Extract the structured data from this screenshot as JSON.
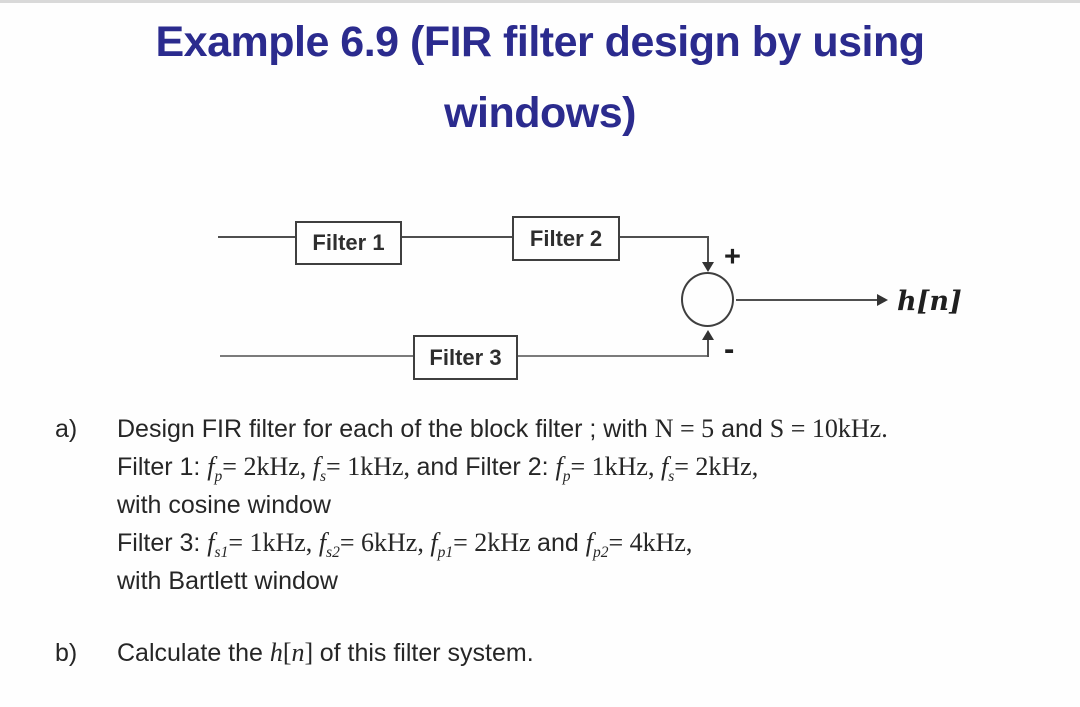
{
  "title": {
    "line1": "Example 6.9 (FIR filter design by using",
    "line2": "windows)",
    "color": "#2b2b8e"
  },
  "diagram": {
    "filter1_label": "Filter 1",
    "filter2_label": "Filter 2",
    "filter3_label": "Filter 3",
    "plus_sign": "+",
    "minus_sign": "-",
    "output_label": "h[n]"
  },
  "questions": {
    "a": {
      "label": "a)",
      "lines": [
        [
          {
            "t": "Design FIR filter for each of the block filter ; with ",
            "y": "p"
          },
          {
            "t": "N = 5",
            "y": "m"
          },
          {
            "t": " and ",
            "y": "p"
          },
          {
            "t": "S = 10kHz.",
            "y": "m"
          }
        ],
        [
          {
            "t": "Filter 1: ",
            "y": "p"
          },
          {
            "t": "f",
            "y": "i"
          },
          {
            "t": "p",
            "y": "s"
          },
          {
            "t": "= 2kHz, ",
            "y": "m"
          },
          {
            "t": "f",
            "y": "i"
          },
          {
            "t": "s",
            "y": "s"
          },
          {
            "t": "= 1kHz, ",
            "y": "m"
          },
          {
            "t": "and Filter 2: ",
            "y": "p"
          },
          {
            "t": "f",
            "y": "i"
          },
          {
            "t": "p",
            "y": "s"
          },
          {
            "t": "= 1kHz, ",
            "y": "m"
          },
          {
            "t": "f",
            "y": "i"
          },
          {
            "t": "s",
            "y": "s"
          },
          {
            "t": "= 2kHz,",
            "y": "m"
          }
        ],
        [
          {
            "t": "with cosine window",
            "y": "p"
          }
        ],
        [
          {
            "t": "Filter 3: ",
            "y": "p"
          },
          {
            "t": "f",
            "y": "i"
          },
          {
            "t": "s1",
            "y": "s"
          },
          {
            "t": "= 1kHz, ",
            "y": "m"
          },
          {
            "t": "f",
            "y": "i"
          },
          {
            "t": "s2",
            "y": "s"
          },
          {
            "t": "= 6kHz, ",
            "y": "m"
          },
          {
            "t": "f",
            "y": "i"
          },
          {
            "t": "p1",
            "y": "s"
          },
          {
            "t": "= 2kHz ",
            "y": "m"
          },
          {
            "t": "and ",
            "y": "p"
          },
          {
            "t": "f",
            "y": "i"
          },
          {
            "t": "p2",
            "y": "s"
          },
          {
            "t": "= 4kHz,",
            "y": "m"
          }
        ],
        [
          {
            "t": "with Bartlett window",
            "y": "p"
          }
        ]
      ]
    },
    "b": {
      "label": "b)",
      "lines": [
        [
          {
            "t": "Calculate the ",
            "y": "p"
          },
          {
            "t": "h",
            "y": "i"
          },
          {
            "t": "[",
            "y": "m"
          },
          {
            "t": "n",
            "y": "i"
          },
          {
            "t": "] ",
            "y": "m"
          },
          {
            "t": "of this filter system.",
            "y": "p"
          }
        ]
      ]
    }
  }
}
